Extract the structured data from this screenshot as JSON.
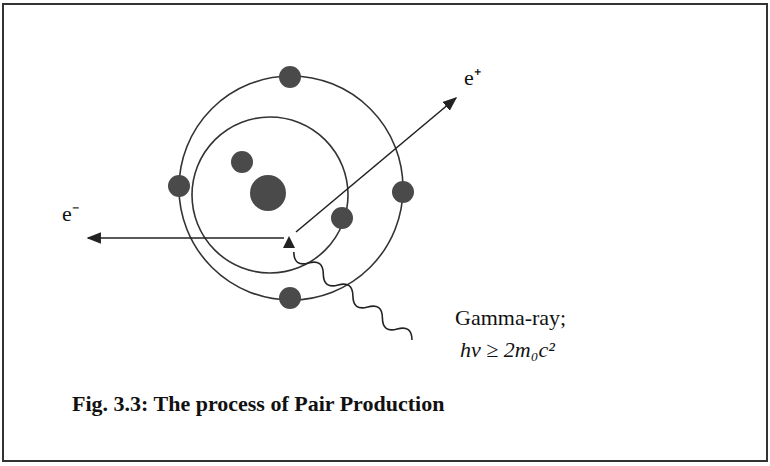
{
  "diagram": {
    "caption": "Fig. 3.3: The process of Pair Production",
    "labels": [
      "e⁺",
      "e⁻",
      "Gamma-ray;",
      "hν ≥ 2m₀c²"
    ]
  }
}
